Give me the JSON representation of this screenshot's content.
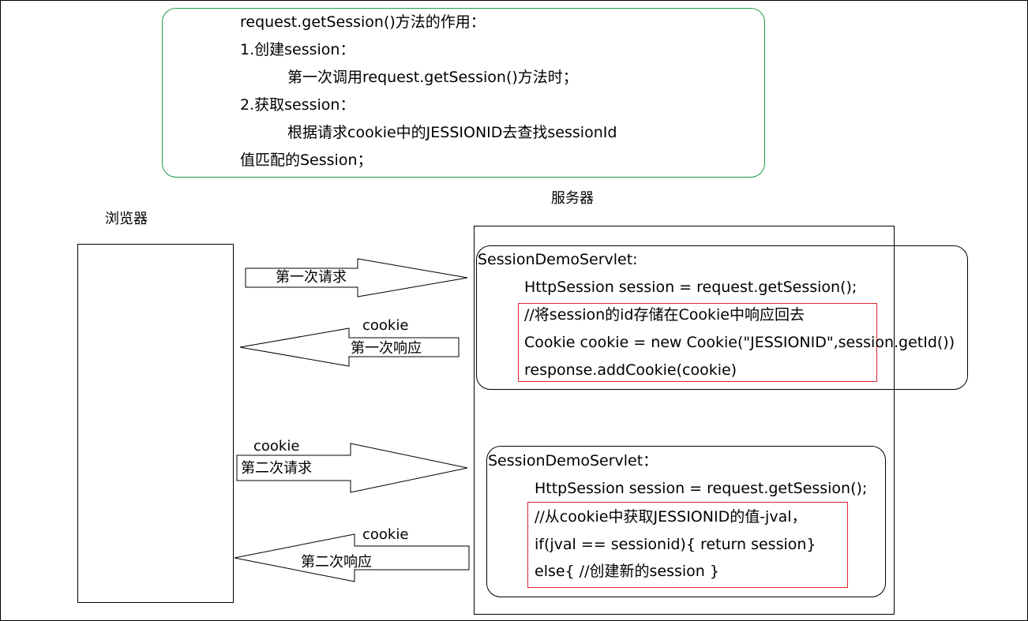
{
  "note": {
    "lines": [
      "request.getSession()方法的作用：",
      "1.创建session：",
      "第一次调用request.getSession()方法时；",
      "2.获取session：",
      "根据请求cookie中的JESSIONID去查找sessionId",
      "值匹配的Session；"
    ]
  },
  "browser": {
    "title": "浏览器"
  },
  "server": {
    "title": "服务器"
  },
  "arrows": {
    "first_request": "第一次请求",
    "first_response_cookie": "cookie",
    "first_response": "第一次响应",
    "second_request_cookie": "cookie",
    "second_request": "第二次请求",
    "second_response_cookie": "cookie",
    "second_response": "第二次响应"
  },
  "servlet1": {
    "title": "SessionDemoServlet:",
    "line1": "HttpSession session = request.getSession();",
    "code": [
      "//将session的id存储在Cookie中响应回去",
      " Cookie cookie = new Cookie(\"JESSIONID\",session.getId())",
      "response.addCookie(cookie)"
    ]
  },
  "servlet2": {
    "title": "SessionDemoServlet：",
    "line1": "HttpSession  session = request.getSession();",
    "code": [
      "//从cookie中获取JESSIONID的值-jval，",
      "if(jval == sessionid){ return  session}",
      "else{  //创建新的session   }"
    ]
  },
  "colors": {
    "note_border": "#1a9b46",
    "highlight_border": "#e0262b"
  }
}
